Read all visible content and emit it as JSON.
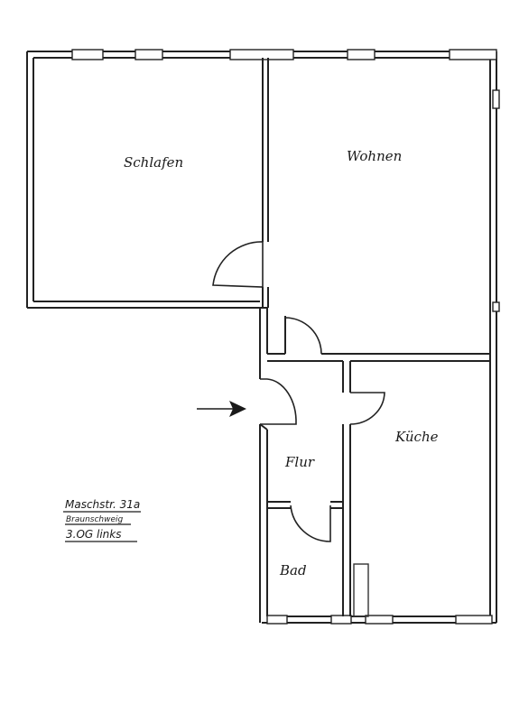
{
  "rooms": {
    "schlafen": "Schlafen",
    "wohnen": "Wohnen",
    "kueche": "Küche",
    "flur": "Flur",
    "bad": "Bad"
  },
  "address": {
    "street": "Maschstr. 31a",
    "city": "Braunschweig",
    "floor": "3.OG links"
  }
}
